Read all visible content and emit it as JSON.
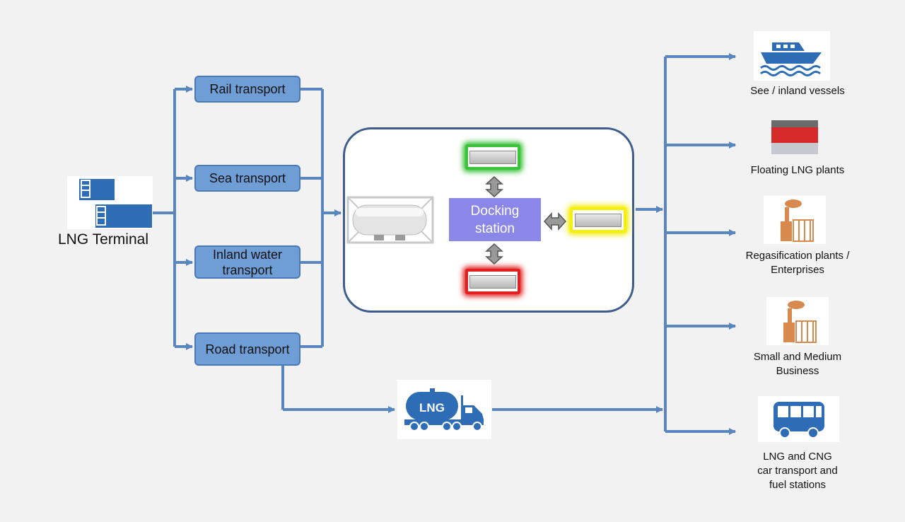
{
  "source": {
    "label": "LNG Terminal",
    "icon": "storage-tanks-icon"
  },
  "transport_modes": [
    {
      "label": "Rail transport"
    },
    {
      "label": "Sea transport"
    },
    {
      "label": "Inland water transport"
    },
    {
      "label": "Road transport"
    }
  ],
  "hub": {
    "docking_station_line1": "Docking",
    "docking_station_line2": "station",
    "tank_container_icon": "iso-tank-container-icon",
    "container_states": [
      "green",
      "red",
      "yellow"
    ]
  },
  "road_tanker": {
    "badge": "LNG",
    "icon": "lng-tanker-truck-icon"
  },
  "destinations": [
    {
      "label_lines": [
        "See / inland vessels"
      ],
      "icon": "ship-icon"
    },
    {
      "label_lines": [
        "Floating LNG plants"
      ],
      "icon": "floating-plant-icon"
    },
    {
      "label_lines": [
        "Regasification plants /",
        "Enterprises"
      ],
      "icon": "factory-icon"
    },
    {
      "label_lines": [
        "Small and Medium",
        "Business"
      ],
      "icon": "factory-icon"
    },
    {
      "label_lines": [
        "LNG and CNG",
        "car transport and",
        "fuel stations"
      ],
      "icon": "bus-icon"
    }
  ],
  "colors": {
    "arrow": "#5a86c0",
    "mode_fill": "#6f9ed6",
    "hub_border": "#3e5d8c",
    "docking_fill": "#8a87e8",
    "icon_blue": "#2e6cb5",
    "factory_orange": "#d88a4e"
  }
}
